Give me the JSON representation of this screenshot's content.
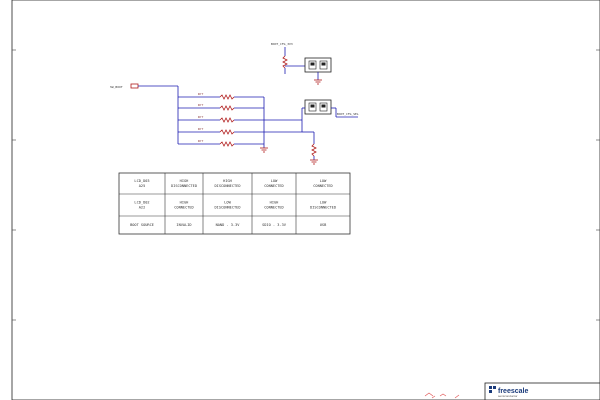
{
  "nets": {
    "input": "SW_BOOT",
    "top_power": "BOOT_CFG_3V3",
    "right_out": "BOOT_CFG_SEL"
  },
  "resistors": {
    "r1": "R??",
    "r2": "R??",
    "r3": "R??",
    "r4": "R??",
    "r5": "R??"
  },
  "table": {
    "rows": [
      [
        "LCD_D03\nA25",
        "HIGH\nDISCONNECTED",
        "HIGH\nDISCONNECTED",
        "LOW\nCONNECTED",
        "LOW\nCONNECTED"
      ],
      [
        "LCD_D02\nA22",
        "HIGH\nCONNECTED",
        "LOW\nDISCONNECTED",
        "HIGH\nCONNECTED",
        "LOW\nDISCONNECTED"
      ],
      [
        "BOOT SOURCE",
        "INVALID",
        "NAND - 3.3V",
        "SDIO - 3.3V",
        "USB"
      ]
    ]
  },
  "title_block": {
    "brand": "freescale",
    "tagline": "semiconductor"
  },
  "colors": {
    "wire": "#1b1bb0",
    "component": "#b01b1b",
    "gnd": "#b01b1b",
    "logo": "#1a3a7a"
  }
}
